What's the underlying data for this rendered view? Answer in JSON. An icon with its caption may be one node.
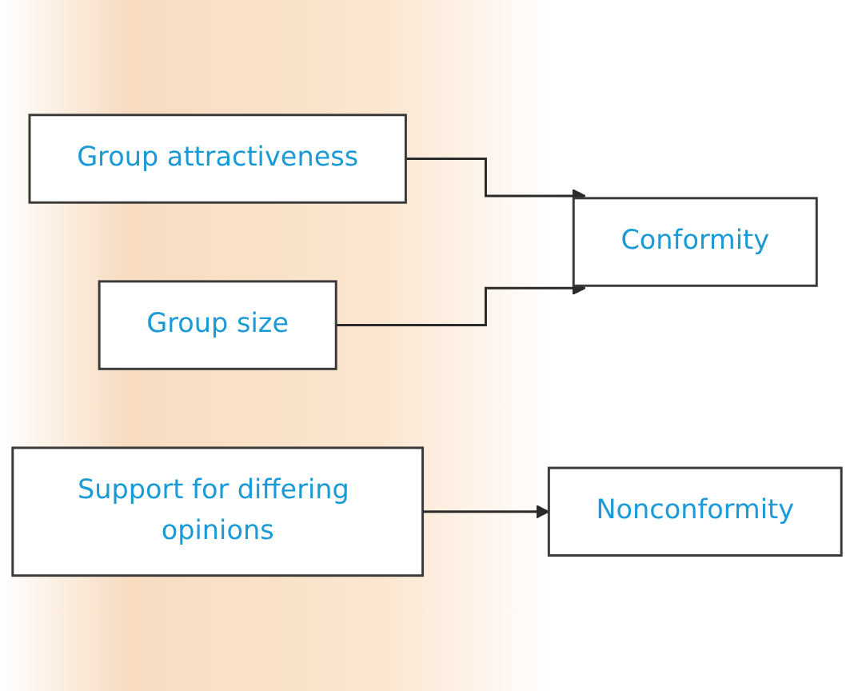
{
  "diagram": {
    "nodes": [
      {
        "text": [
          "Group attractiveness"
        ]
      },
      {
        "text": [
          "Conformity"
        ]
      },
      {
        "text": [
          "Group size"
        ]
      },
      {
        "text": [
          "Support for differing opinions"
        ]
      },
      {
        "text": [
          "Nonconformity"
        ]
      }
    ],
    "edges": [
      {
        "from": 0,
        "to": 1,
        "arrow": "to"
      },
      {
        "from": 2,
        "to": 1,
        "arrow": "to"
      },
      {
        "from": 3,
        "to": 4,
        "arrow": "to"
      }
    ]
  }
}
